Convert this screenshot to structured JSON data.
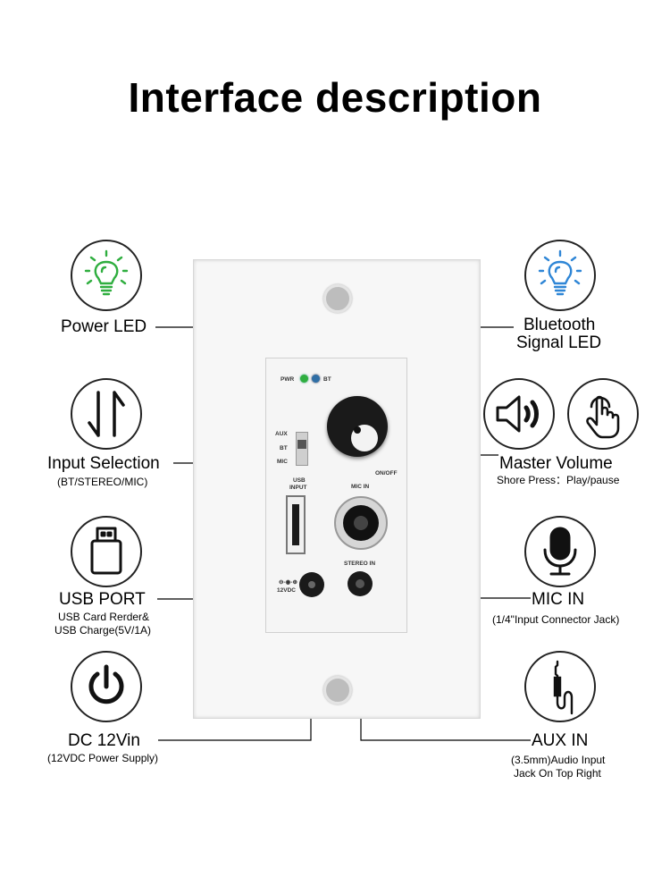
{
  "title": "Interface description",
  "labels": {
    "power_led": "Power LED",
    "bluetooth_line1": "Bluetooth",
    "bluetooth_line2": "Signal LED",
    "input_selection": "Input Selection",
    "input_selection_sub": "(BT/STEREO/MIC)",
    "master_volume": "Master Volume",
    "master_volume_sub": "Shore Press：Play/pause",
    "usb_port": "USB PORT",
    "usb_sub1": "USB Card Rerder&",
    "usb_sub2": "USB Charge(5V/1A)",
    "mic_in": "MIC IN",
    "mic_in_sub": "(1/4\"Input Connector Jack)",
    "dc": "DC 12Vin",
    "dc_sub": "(12VDC Power Supply)",
    "aux_in": "AUX IN",
    "aux_sub1": "(3.5mm)Audio Input",
    "aux_sub2": "Jack On Top Right"
  },
  "panel_text": {
    "pwr": "PWR",
    "bt": "BT",
    "switch_aux": "AUX",
    "switch_bt": "BT",
    "switch_mic": "MIC",
    "on_off": "ON/OFF",
    "usb_input_1": "USB",
    "usb_input_2": "INPUT",
    "mic_in": "MIC IN",
    "stereo_in": "STEREO IN",
    "vdc": "12VDC"
  },
  "icons": [
    "power-led-bulb-icon",
    "bluetooth-led-bulb-icon",
    "input-switch-arrows-icon",
    "speaker-icon",
    "touch-hand-icon",
    "usb-drive-icon",
    "microphone-icon",
    "power-icon",
    "audio-jack-icon"
  ],
  "colors": {
    "power_led": "#2fae3f",
    "bt_led": "#2f86d6",
    "line": "#000000"
  }
}
